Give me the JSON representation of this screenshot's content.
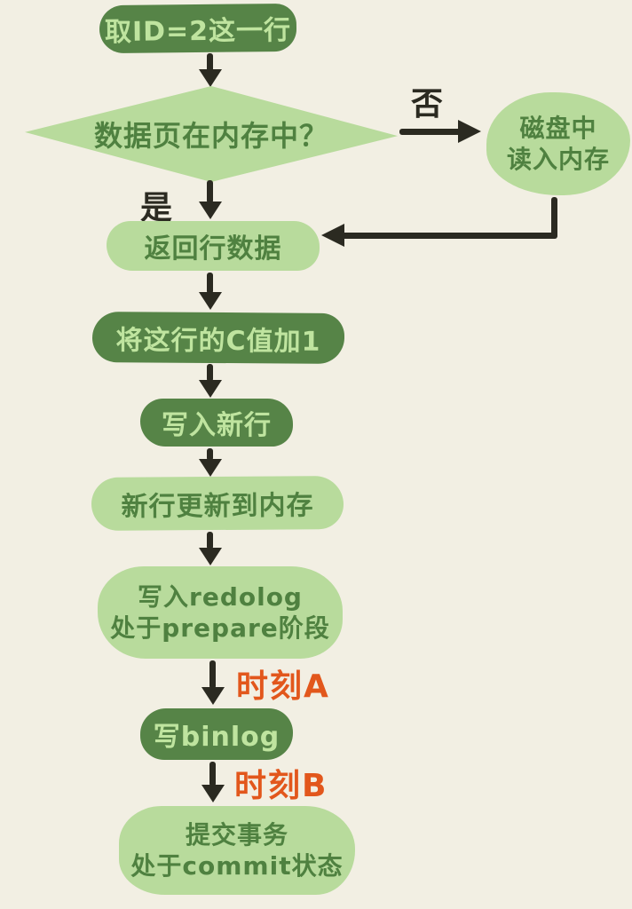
{
  "colors": {
    "bg": "#f2efe3",
    "ink": "#2b2a21",
    "dark_green": "#568447",
    "light_green": "#b8db9c",
    "text_on_dark": "#bfe49f",
    "text_on_light": "#4f8140",
    "accent_orange": "#e2571c"
  },
  "flowchart": {
    "nodes": [
      {
        "id": "fetch-row",
        "shape": "pill",
        "variant": "dark",
        "label": "取ID=2这一行"
      },
      {
        "id": "page-in-memory",
        "shape": "diamond",
        "variant": "light",
        "label": "数据页在内存中？"
      },
      {
        "id": "disk-read",
        "shape": "blob",
        "variant": "light",
        "line1": "磁盘中",
        "line2": "读入内存"
      },
      {
        "id": "return-row",
        "shape": "pill",
        "variant": "light",
        "label": "返回行数据"
      },
      {
        "id": "increment-c",
        "shape": "pill",
        "variant": "dark",
        "label": "将这行的C值加1"
      },
      {
        "id": "write-new-row",
        "shape": "pill",
        "variant": "dark",
        "label": "写入新行"
      },
      {
        "id": "update-memory",
        "shape": "pill",
        "variant": "light",
        "label": "新行更新到内存"
      },
      {
        "id": "write-redolog",
        "shape": "blob",
        "variant": "light",
        "line1": "写入redolog",
        "line2": "处于prepare阶段"
      },
      {
        "id": "write-binlog",
        "shape": "pill",
        "variant": "dark",
        "label": "写binlog"
      },
      {
        "id": "commit-transaction",
        "shape": "blob",
        "variant": "light",
        "line1": "提交事务",
        "line2": "处于commit状态"
      }
    ],
    "edge_labels": {
      "no": "否",
      "yes": "是",
      "moment_a": "时刻A",
      "moment_b": "时刻B"
    }
  }
}
